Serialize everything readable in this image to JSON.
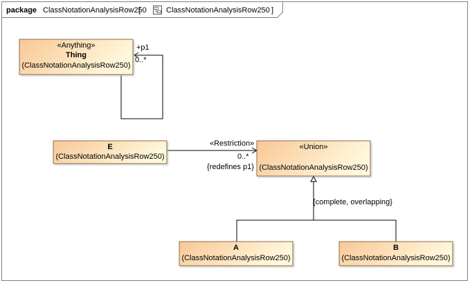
{
  "package": {
    "keyword": "package",
    "name": "ClassNotationAnalysisRow250",
    "open_bracket": "[",
    "diagram_name": "ClassNotationAnalysisRow250",
    "close_bracket": "]"
  },
  "classes": {
    "thing": {
      "stereotype": "«Anything»",
      "name": "Thing",
      "owner": "(ClassNotationAnalysisRow250)"
    },
    "e": {
      "name": "E",
      "owner": "(ClassNotationAnalysisRow250)"
    },
    "union": {
      "stereotype": "«Union»",
      "owner": "(ClassNotationAnalysisRow250)"
    },
    "a": {
      "name": "A",
      "owner": "(ClassNotationAnalysisRow250)"
    },
    "b": {
      "name": "B",
      "owner": "(ClassNotationAnalysisRow250)"
    }
  },
  "associations": {
    "self": {
      "role": "+p1",
      "multiplicity": "0..*"
    },
    "restriction": {
      "stereotype": "«Restriction»",
      "multiplicity": "0..*",
      "constraint": "{redefines p1}"
    }
  },
  "generalization_set": {
    "constraint": "{complete, overlapping}"
  },
  "colors": {
    "class_fill_light": "#fff8dc",
    "class_fill_dark": "#f8c896",
    "line": "#000000",
    "frame": "#7f7f7f"
  }
}
